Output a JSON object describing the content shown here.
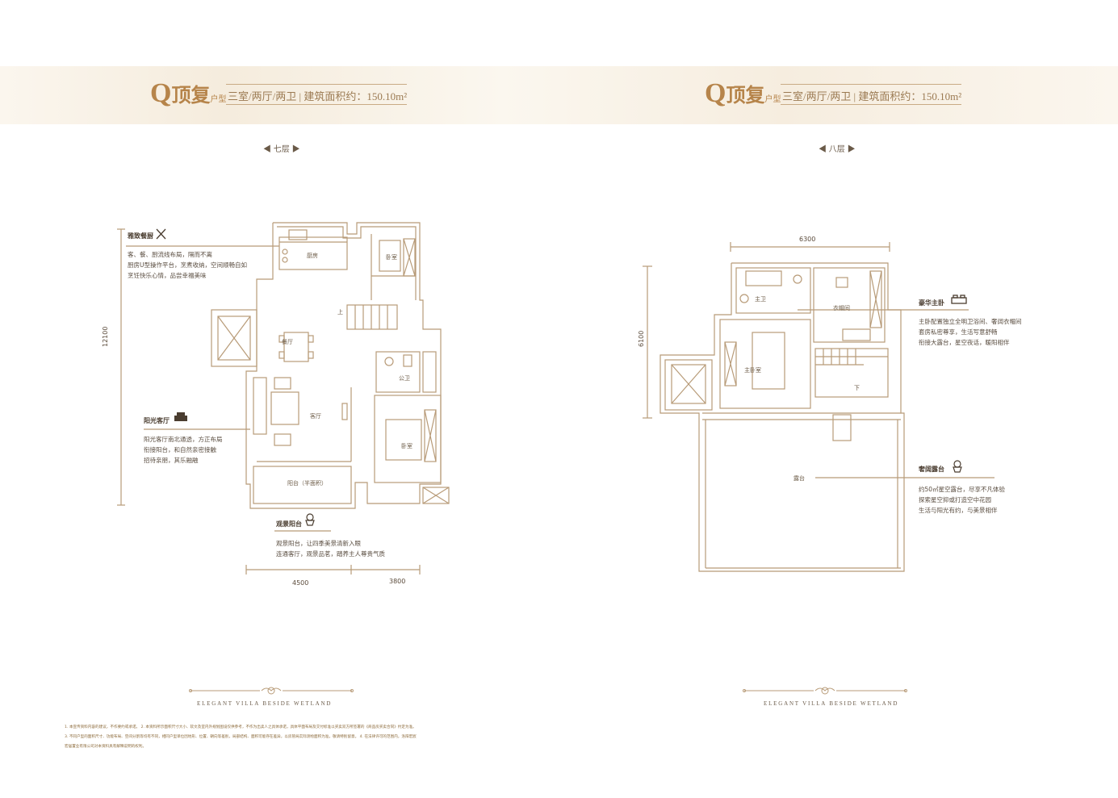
{
  "left": {
    "header": {
      "code": "Q",
      "name": "顶复",
      "suffix": "户型",
      "spec": "三室/两厅/两卫 | 建筑面积约：150.10m²"
    },
    "floor": "七层",
    "rooms": {
      "kitchen": "厨房",
      "bedroom1": "卧室",
      "up": "上",
      "dining": "餐厅",
      "public_bath": "公卫",
      "living": "客厅",
      "bedroom2": "卧室",
      "balcony": "阳台（半面积）"
    },
    "dims": {
      "height": "12100",
      "w1": "4500",
      "w2": "3800"
    },
    "features": [
      {
        "title": "雅致餐厨",
        "icon": "fork-knife-icon",
        "desc": "客、餐、厨流线布局，隔而不离\n厨房U型操作平台，烹煮收纳，空间顺畅自如\n烹饪快乐心情，品尝幸福美味"
      },
      {
        "title": "阳光客厅",
        "icon": "sofa-icon",
        "desc": "阳光客厅南北通透，方正布局\n衔接阳台，和自然亲密接触\n招待亲朋，其乐融融"
      },
      {
        "title": "观景阳台",
        "icon": "flower-pot-icon",
        "desc": "观景阳台，让四季美景清新入眼\n连通客厅，观景品茗，踏养主人尊贵气质"
      }
    ],
    "footer": "ELEGANT VILLA BESIDE WETLAND"
  },
  "right": {
    "header": {
      "code": "Q",
      "name": "顶复",
      "suffix": "户型",
      "spec": "三室/两厅/两卫 | 建筑面积约：150.10m²"
    },
    "floor": "八层",
    "rooms": {
      "master_bath": "主卫",
      "cloakroom": "衣帽间",
      "master_bed": "主卧室",
      "down": "下",
      "terrace": "露台"
    },
    "dims": {
      "width": "6300",
      "height": "6100"
    },
    "features": [
      {
        "title": "豪华主卧",
        "icon": "bed-icon",
        "desc": "主卧配置独立全明卫浴间、奢阔衣帽间\n套房私密尊享，生活写意舒畅\n衔接大露台，星空夜话，暖阳相伴"
      },
      {
        "title": "奢阔露台",
        "icon": "flower-pot-icon",
        "desc": "约50㎡星空露台，尽享不凡体验\n探索星空抑或打造空中花园\n生活与阳光有约，与美景相伴"
      }
    ],
    "footer": "ELEGANT VILLA BESIDE WETLAND"
  },
  "notes": [
    "1. 本宣传资料内容的建议，不作要约或承诺。 2. 本资料所示面积尺寸大小、软文及室内外规划图设仅供参考，不作为出卖人之具体承诺，具体平面布局及交付标准以买卖双方所签署的《商品房买卖合同》约定为准。",
    "3. 不同户型的面积尺寸、功能布局、空间分割等均有不同，相同户型单位因地形、位置、朝向等差别，局部结构、面积可能存在差异，以房管局实际测绘面积为准，敬请特别留意。 4. 在法律许可的范围内，洛阳宏宸",
    "宏居置业有限公司对本资料具有解释说明的权利。"
  ],
  "colors": {
    "accent": "#b6844a",
    "wall": "#b89b78"
  }
}
